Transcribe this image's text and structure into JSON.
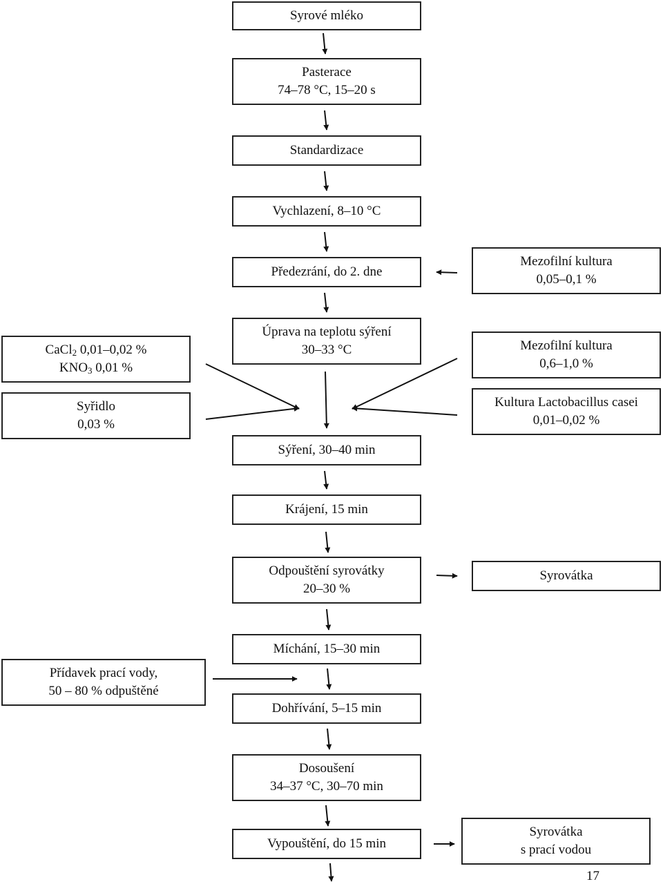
{
  "boxes": {
    "raw_milk": [
      "Syrové mléko"
    ],
    "pasteurization": [
      "Pasterace",
      "74–78 °C, 15–20 s"
    ],
    "standardization": [
      "Standardizace"
    ],
    "cooling": [
      "Vychlazení, 8–10 °C"
    ],
    "preripening": [
      "Předezrání, do 2. dne"
    ],
    "mesophilic_culture_1": [
      "Mezofilní kultura",
      "0,05–0,1 %"
    ],
    "temperature_adjust": [
      "Úprava na teplotu sýření",
      "30–33 °C"
    ],
    "cacl2_kno3": {
      "cacl_prefix": "CaCl",
      "cacl_sub": "2",
      "cacl_value": " 0,01–0,02 %",
      "kno_prefix": "KNO",
      "kno_sub": "3",
      "kno_value": " 0,01 %"
    },
    "rennet": [
      "Syřidlo",
      "0,03 %"
    ],
    "mesophilic_culture_2": [
      "Mezofilní kultura",
      "0,6–1,0 %"
    ],
    "lactobacillus": [
      "Kultura Lactobacillus casei",
      "0,01–0,02 %"
    ],
    "curdling": [
      "Sýření, 30–40 min"
    ],
    "cutting": [
      "Krájení, 15 min"
    ],
    "whey_drain": [
      "Odpouštění syrovátky",
      "20–30 %"
    ],
    "whey": [
      "Syrovátka"
    ],
    "wash_water": [
      "Přídavek prací vody,",
      "50 – 80 % odpuštěné"
    ],
    "stirring": [
      "Míchání, 15–30 min"
    ],
    "reheating": [
      "Dohřívání, 5–15 min"
    ],
    "final_drying": [
      "Dosoušení",
      "34–37 °C, 30–70 min"
    ],
    "release": [
      "Vypouštění, do 15 min"
    ],
    "whey_wash": [
      "Syrovátka",
      "s prací vodou"
    ]
  },
  "page_number": "17"
}
